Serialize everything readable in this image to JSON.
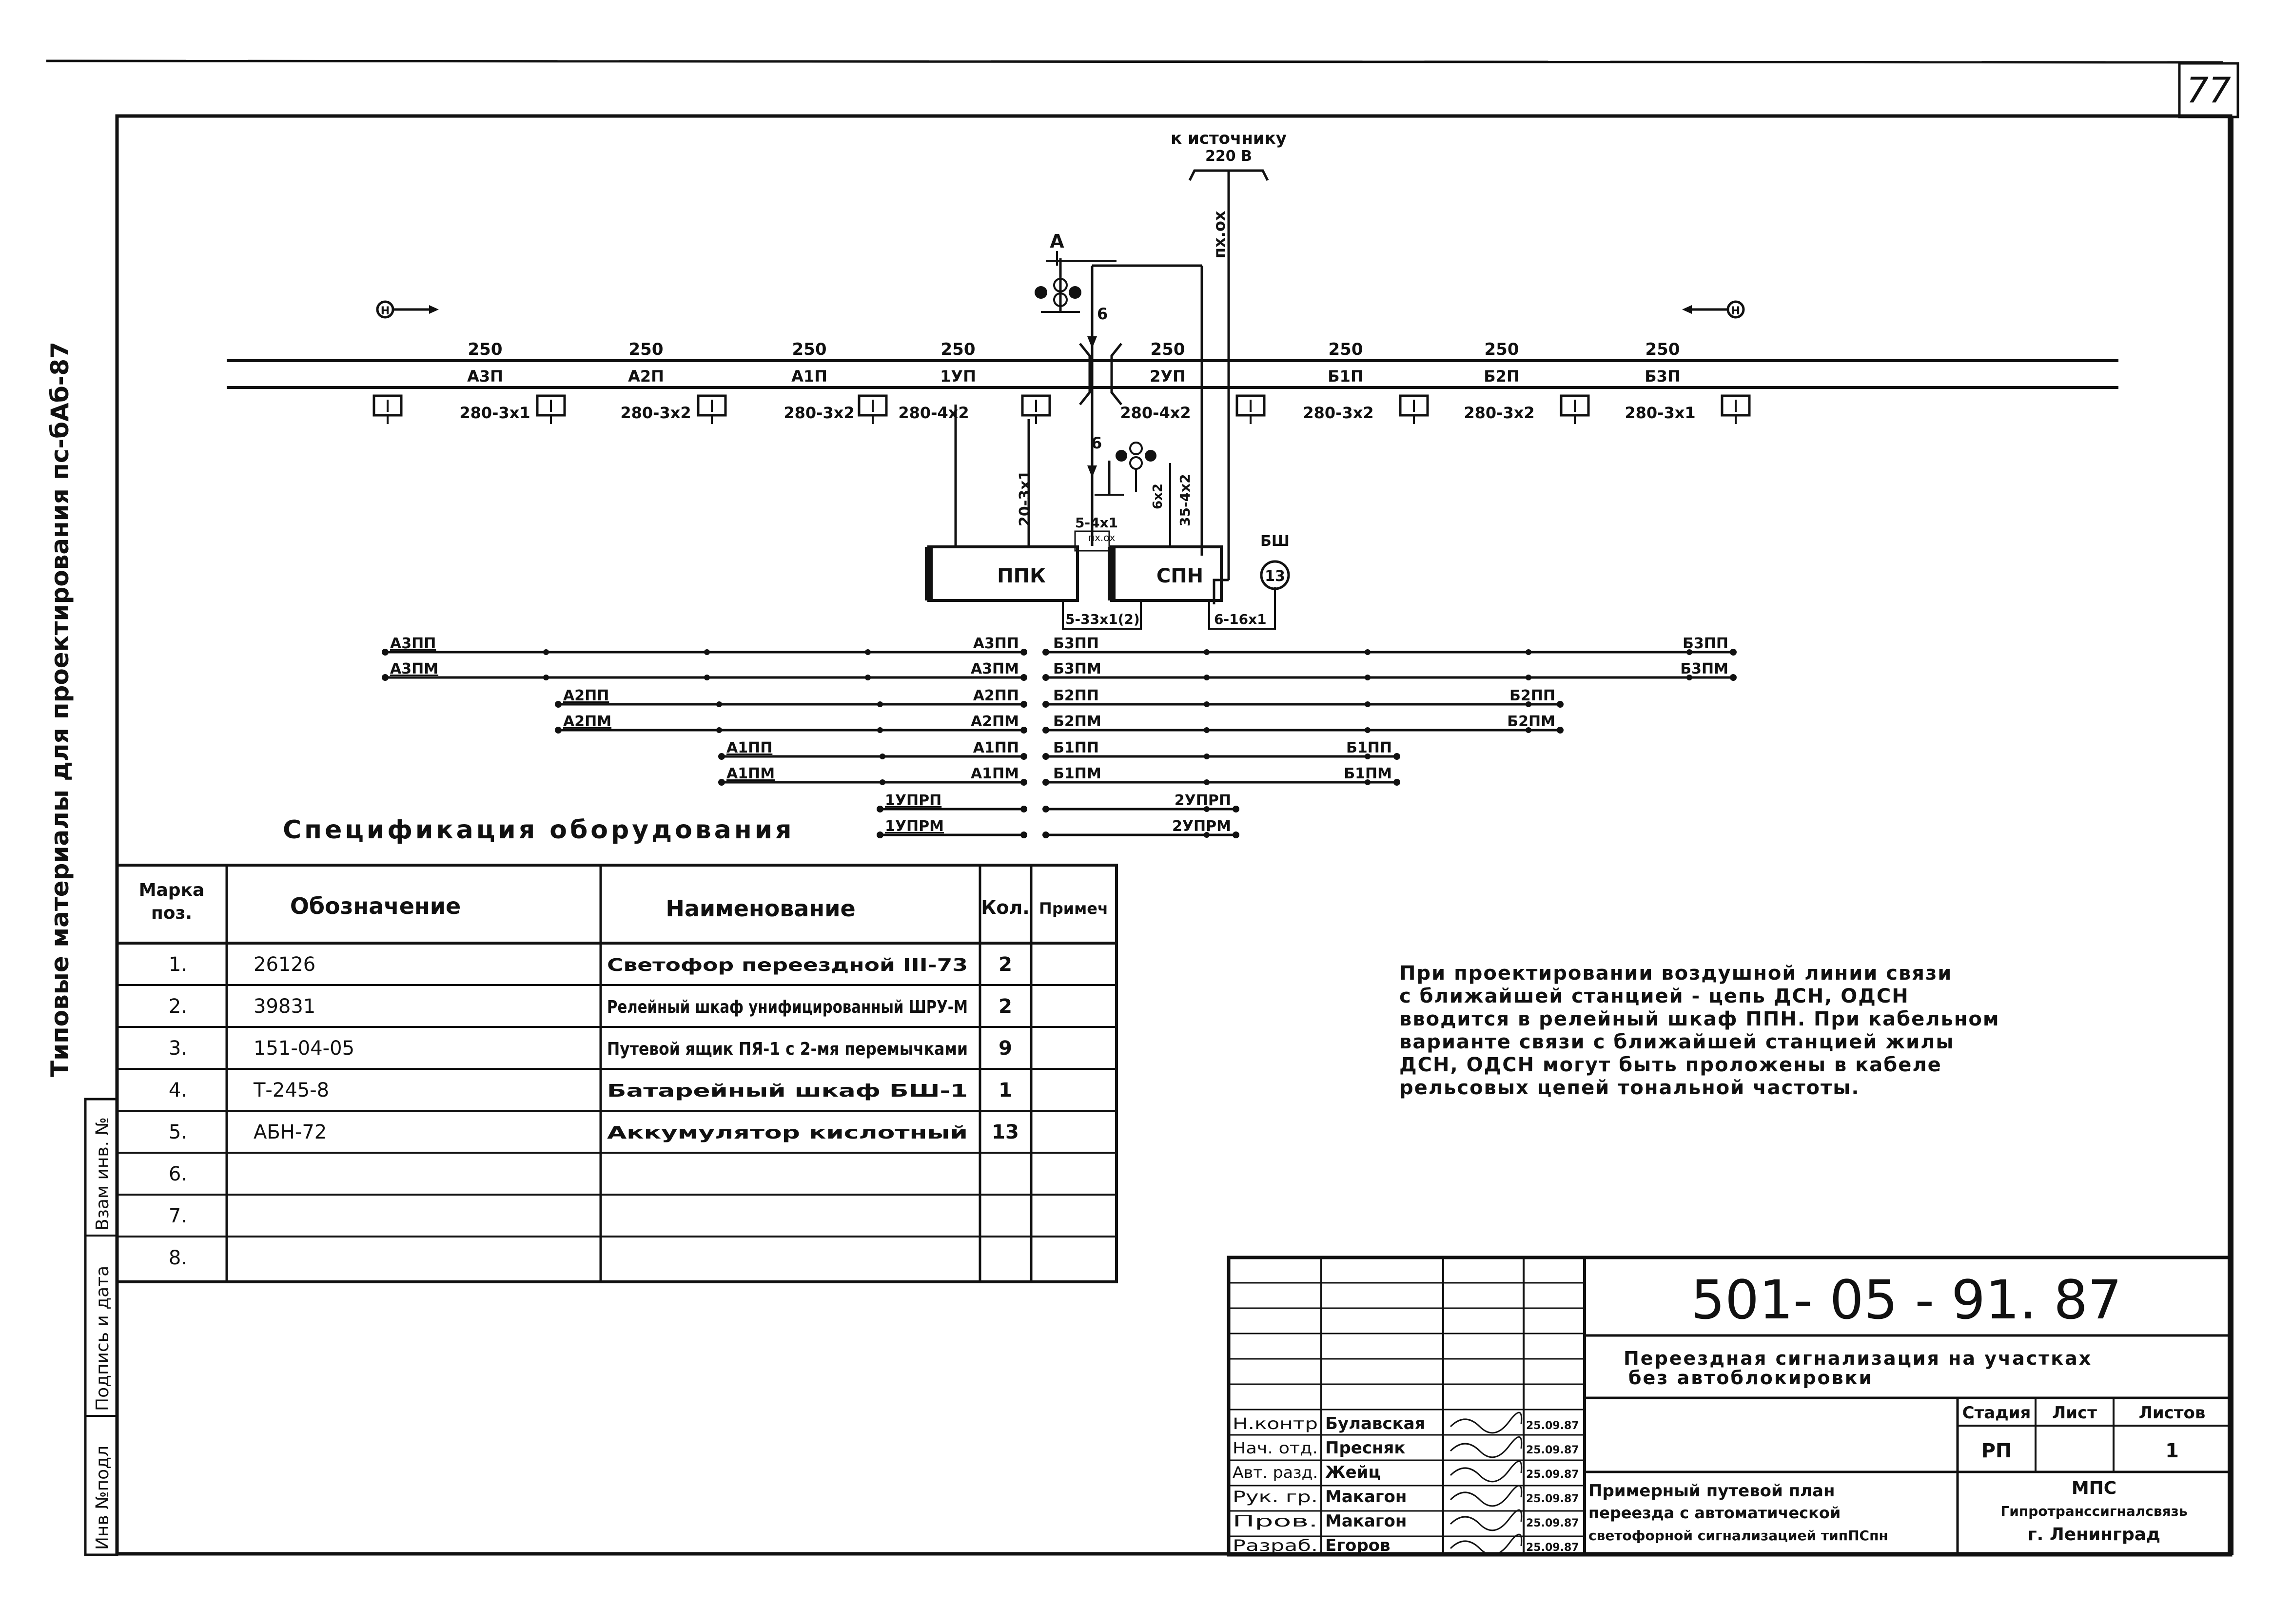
{
  "sheet": {
    "page_number": "77",
    "side_labels": {
      "series": "Типовые материалы для проектирования пс-бАб-87",
      "vzam_inv": "Взам инв. №",
      "podpis_data": "Подпись и дата",
      "inv_podl": "Инв №подл"
    }
  },
  "scheme": {
    "source_label": "к источнику",
    "source_voltage": "220 В",
    "cable_px_ox": "пх.ох",
    "signal_a": "А",
    "left_direction": "Н",
    "right_direction": "Н",
    "track_segments": [
      {
        "length": "250",
        "name": "А3П"
      },
      {
        "length": "250",
        "name": "А2П"
      },
      {
        "length": "250",
        "name": "А1П"
      },
      {
        "length": "250",
        "name": "1УП"
      },
      {
        "length": "250",
        "name": "2УП"
      },
      {
        "length": "250",
        "name": "Б1П"
      },
      {
        "length": "250",
        "name": "Б2П"
      },
      {
        "length": "250",
        "name": "Б3П"
      }
    ],
    "cables_left": [
      "280-3х1",
      "280-3х2",
      "280-3х2",
      "280-4х2"
    ],
    "cables_right": [
      "280-4х2",
      "280-3х2",
      "280-3х2",
      "280-3х1"
    ],
    "cable_vertical_6a": "6",
    "cable_vertical_6b": "6",
    "cable_20_3x1": "20-3х1",
    "cable_6x2": "6х2",
    "cable_35_4x2": "35-4х2",
    "cable_5_4x1": "5-4х1",
    "cable_px_ox_small": "пх.ох",
    "cable_5_33": "5-33х1(2)",
    "cable_6_16": "6-16х1",
    "box_ppk": "ППК",
    "box_spn": "СПН",
    "battery_label": "БШ",
    "battery_count": "13",
    "left_circuits": [
      {
        "start": "А3ПП",
        "end": "А3ПП"
      },
      {
        "start": "А3ПМ",
        "end": "А3ПМ"
      },
      {
        "start": "А2ПП",
        "end": "А2ПП"
      },
      {
        "start": "А2ПМ",
        "end": "А2ПМ"
      },
      {
        "start": "А1ПП",
        "end": "А1ПП"
      },
      {
        "start": "А1ПМ",
        "end": "А1ПМ"
      },
      {
        "start": "1УПРП",
        "end": ""
      },
      {
        "start": "1УПРМ",
        "end": ""
      }
    ],
    "right_circuits": [
      {
        "start": "Б3ПП",
        "end": "Б3ПП"
      },
      {
        "start": "Б3ПМ",
        "end": "Б3ПМ"
      },
      {
        "start": "Б2ПП",
        "end": "Б2ПП"
      },
      {
        "start": "Б2ПМ",
        "end": "Б2ПМ"
      },
      {
        "start": "Б1ПП",
        "end": "Б1ПП"
      },
      {
        "start": "Б1ПМ",
        "end": "Б1ПМ"
      },
      {
        "start": "",
        "end": "2УПРП"
      },
      {
        "start": "",
        "end": "2УПРМ"
      }
    ]
  },
  "spec": {
    "title": "Спецификация оборудования",
    "headers": [
      "Марка поз.",
      "Обозначение",
      "Наименование",
      "Кол.",
      "Примеч"
    ],
    "rows": [
      {
        "pos": "1.",
        "code": "26126",
        "name": "Светофор переездной III-73",
        "qty": "2",
        "note": ""
      },
      {
        "pos": "2.",
        "code": "39831",
        "name": "Релейный шкаф унифицированный ШРУ-М",
        "qty": "2",
        "note": ""
      },
      {
        "pos": "3.",
        "code": "151-04-05",
        "name": "Путевой ящик ПЯ-1 с 2-мя перемычками",
        "qty": "9",
        "note": ""
      },
      {
        "pos": "4.",
        "code": "Т-245-8",
        "name": "Батарейный шкаф БШ-1",
        "qty": "1",
        "note": ""
      },
      {
        "pos": "5.",
        "code": "АБН-72",
        "name": "Аккумулятор кислотный",
        "qty": "13",
        "note": ""
      },
      {
        "pos": "6.",
        "code": "",
        "name": "",
        "qty": "",
        "note": ""
      },
      {
        "pos": "7.",
        "code": "",
        "name": "",
        "qty": "",
        "note": ""
      },
      {
        "pos": "8.",
        "code": "",
        "name": "",
        "qty": "",
        "note": ""
      }
    ]
  },
  "note": {
    "lines": [
      "При проектировании воздушной линии связи",
      "с ближайшей станцией - цепь ДСН, ОДСН",
      "вводится в релейный шкаф ППН. При кабельном",
      "варианте связи с ближайшей станцией жилы",
      "ДСН, ОДСН могут быть проложены в кабеле",
      "рельсовых цепей тональной частоты."
    ]
  },
  "title_block": {
    "doc_code": "501- 05 - 91. 87",
    "title_line1": "Переездная сигнализация на участках",
    "title_line2": "без автоблокировки",
    "staff": [
      {
        "role": "Н.контр",
        "name": "Булавская",
        "date": "25.09.87"
      },
      {
        "role": "Нач. отд.",
        "name": "Пресняк",
        "date": "25.09.87"
      },
      {
        "role": "Авт. разд.",
        "name": "Жейц",
        "date": "25.09.87"
      },
      {
        "role": "Рук. гр.",
        "name": "Макагон",
        "date": "25.09.87"
      },
      {
        "role": "Пров.",
        "name": "Макагон",
        "date": "25.09.87"
      },
      {
        "role": "Разраб.",
        "name": "Егоров",
        "date": "25.09.87"
      }
    ],
    "drawing_name_lines": [
      "Примерный путевой план",
      "переезда с автоматической",
      "светофорной сигнализацией типПСпн"
    ],
    "stage_header": "Стадия",
    "sheet_header": "Лист",
    "sheets_header": "Листов",
    "stage": "РП",
    "sheet": "",
    "sheets": "1",
    "org_line1": "МПС",
    "org_line2": "Гипротранссигналсвязь",
    "org_line3": "г. Ленинград"
  }
}
